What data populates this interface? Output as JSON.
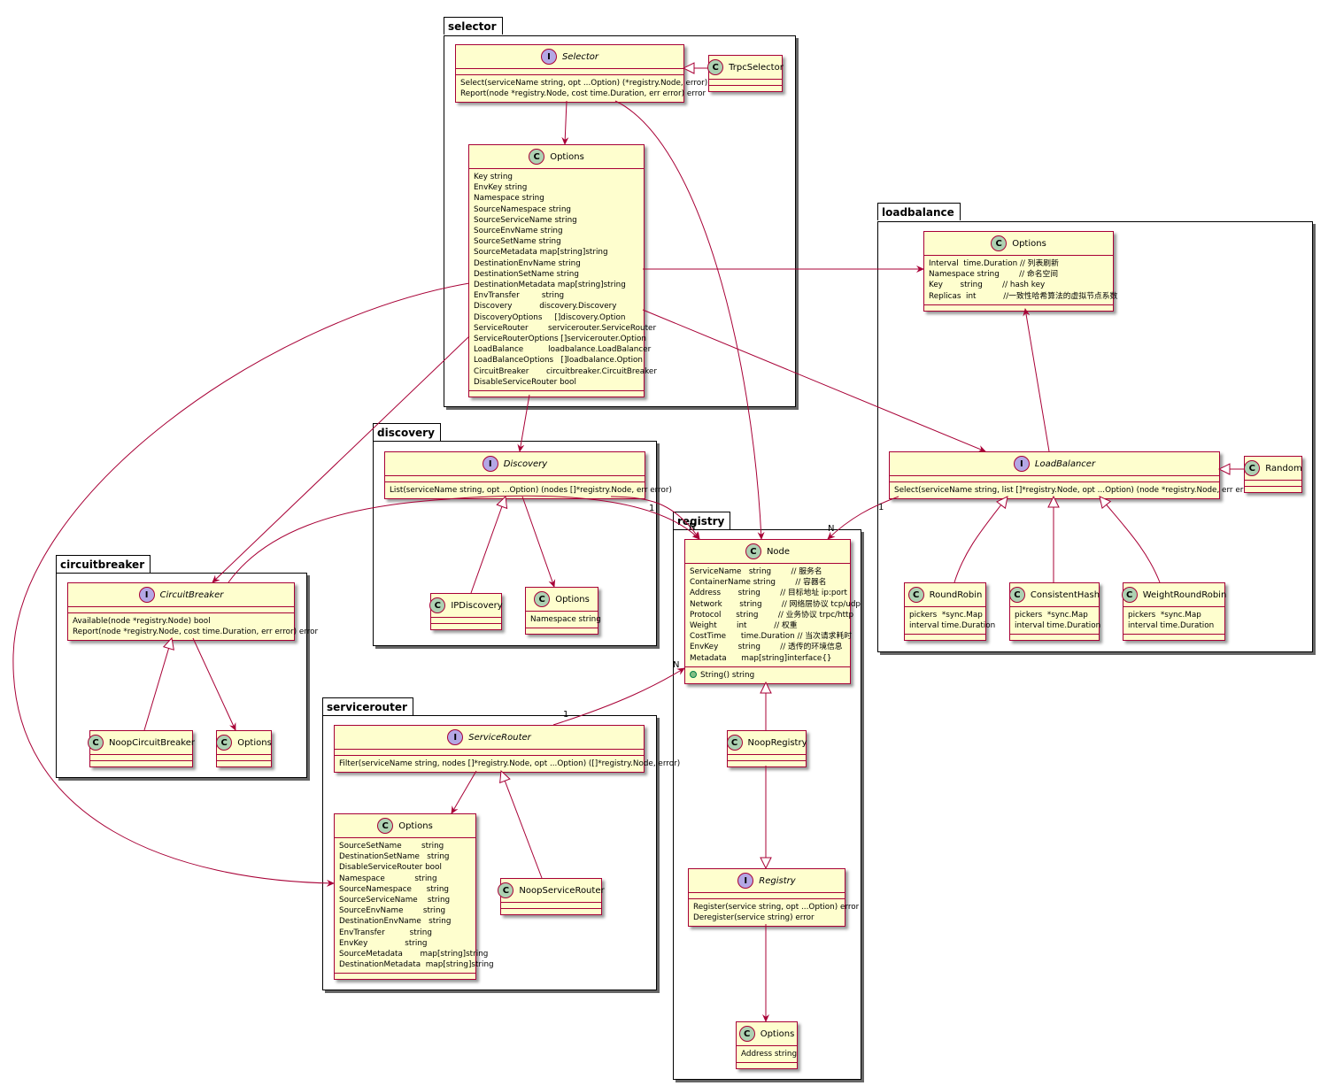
{
  "packages": {
    "selector": "selector",
    "loadbalance": "loadbalance",
    "discovery": "discovery",
    "registry": "registry",
    "circuitbreaker": "circuitbreaker",
    "servicerouter": "servicerouter"
  },
  "classes": {
    "selector_iface": {
      "stereotype": "I",
      "name": "Selector",
      "members": "Select(serviceName string, opt ...Option) (*registry.Node, error)\nReport(node *registry.Node, cost time.Duration, err error) error"
    },
    "trpc_selector": {
      "stereotype": "C",
      "name": "TrpcSelector"
    },
    "selector_options": {
      "stereotype": "C",
      "name": "Options",
      "members": "Key string\nEnvKey string\nNamespace string\nSourceNamespace string\nSourceServiceName string\nSourceEnvName string\nSourceSetName string\nSourceMetadata map[string]string\nDestinationEnvName string\nDestinationSetName string\nDestinationMetadata map[string]string\nEnvTransfer         string\nDiscovery           discovery.Discovery\nDiscoveryOptions     []discovery.Option\nServiceRouter        servicerouter.ServiceRouter\nServiceRouterOptions []servicerouter.Option\nLoadBalance          loadbalance.LoadBalancer\nLoadBalanceOptions   []loadbalance.Option\nCircuitBreaker       circuitbreaker.CircuitBreaker\nDisableServiceRouter bool"
    },
    "lb_options": {
      "stereotype": "C",
      "name": "Options",
      "members": "Interval  time.Duration // 列表刷新\nNamespace string        // 命名空间\nKey       string        // hash key\nReplicas  int           //一致性哈希算法的虚拟节点系数"
    },
    "load_balancer": {
      "stereotype": "I",
      "name": "LoadBalancer",
      "members": "Select(serviceName string, list []*registry.Node, opt ...Option) (node *registry.Node, err error)"
    },
    "random": {
      "stereotype": "C",
      "name": "Random"
    },
    "round_robin": {
      "stereotype": "C",
      "name": "RoundRobin",
      "members": "pickers  *sync.Map\ninterval time.Duration"
    },
    "consistent_hash": {
      "stereotype": "C",
      "name": "ConsistentHash",
      "members": "pickers  *sync.Map\ninterval time.Duration"
    },
    "weight_round_robin": {
      "stereotype": "C",
      "name": "WeightRoundRobin",
      "members": "pickers  *sync.Map\ninterval time.Duration"
    },
    "discovery_iface": {
      "stereotype": "I",
      "name": "Discovery",
      "members": "List(serviceName string, opt ...Option) (nodes []*registry.Node, err error)"
    },
    "ip_discovery": {
      "stereotype": "C",
      "name": "IPDiscovery"
    },
    "discovery_options": {
      "stereotype": "C",
      "name": "Options",
      "members": "Namespace string"
    },
    "node": {
      "stereotype": "C",
      "name": "Node",
      "members": "ServiceName   string        // 服务名\nContainerName string        // 容器名\nAddress       string        // 目标地址 ip:port\nNetwork       string        // 网络层协议 tcp/udp\nProtocol      string        // 业务协议 trpc/http\nWeight        int           // 权重\nCostTime      time.Duration // 当次请求耗时\nEnvKey        string        // 透传的环境信息\nMetadata      map[string]interface{}",
      "method": "String() string"
    },
    "noop_registry": {
      "stereotype": "C",
      "name": "NoopRegistry"
    },
    "registry_iface": {
      "stereotype": "I",
      "name": "Registry",
      "members": "Register(service string, opt ...Option) error\nDeregister(service string) error"
    },
    "registry_options": {
      "stereotype": "C",
      "name": "Options",
      "members": "Address string"
    },
    "circuit_breaker": {
      "stereotype": "I",
      "name": "CircuitBreaker",
      "members": "Available(node *registry.Node) bool\nReport(node *registry.Node, cost time.Duration, err error) error"
    },
    "noop_circuit_breaker": {
      "stereotype": "C",
      "name": "NoopCircuitBreaker"
    },
    "cb_options": {
      "stereotype": "C",
      "name": "Options"
    },
    "service_router": {
      "stereotype": "I",
      "name": "ServiceRouter",
      "members": "Filter(serviceName string, nodes []*registry.Node, opt ...Option) ([]*registry.Node, error)"
    },
    "sr_options": {
      "stereotype": "C",
      "name": "Options",
      "members": "SourceSetName        string\nDestinationSetName   string\nDisableServiceRouter bool\nNamespace            string\nSourceNamespace      string\nSourceServiceName    string\nSourceEnvName        string\nDestinationEnvName   string\nEnvTransfer          string\nEnvKey               string\nSourceMetadata       map[string]string\nDestinationMetadata  map[string]string"
    },
    "noop_service_router": {
      "stereotype": "C",
      "name": "NoopServiceRouter"
    }
  },
  "multiplicities": {
    "discovery_near": "1",
    "discovery_far": "N",
    "lb_near": "1",
    "lb_far": "N",
    "sr_near": "1",
    "sr_far": "N"
  },
  "colors": {
    "line": "#a80036",
    "class_fill": "#fefece",
    "circle_c": "#add1b2",
    "circle_i": "#b4a7e5"
  }
}
